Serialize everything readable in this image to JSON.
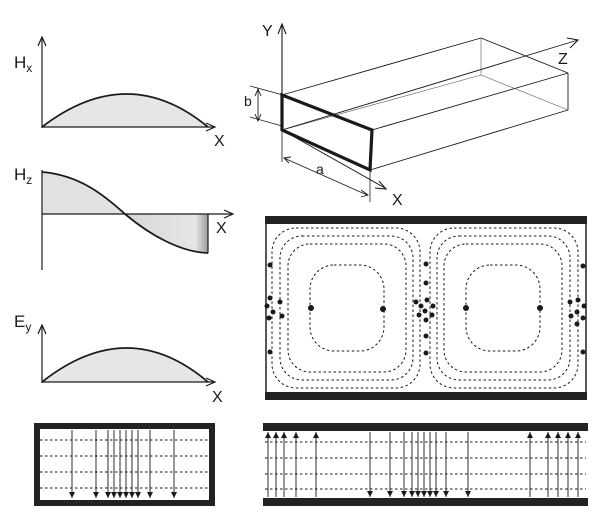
{
  "labels": {
    "hx": {
      "main": "H",
      "sub": "x"
    },
    "hz": {
      "main": "H",
      "sub": "z"
    },
    "ey": {
      "main": "E",
      "sub": "y"
    },
    "x_axis": "X",
    "guide_y": "Y",
    "guide_z": "Z",
    "guide_x": "X",
    "dim_a": "a",
    "dim_b": "b"
  },
  "colors": {
    "ink": "#1a1a1a",
    "fill_light": "#e6e6e6",
    "fill_dark": "#b8b8b8",
    "wall": "#222222"
  }
}
